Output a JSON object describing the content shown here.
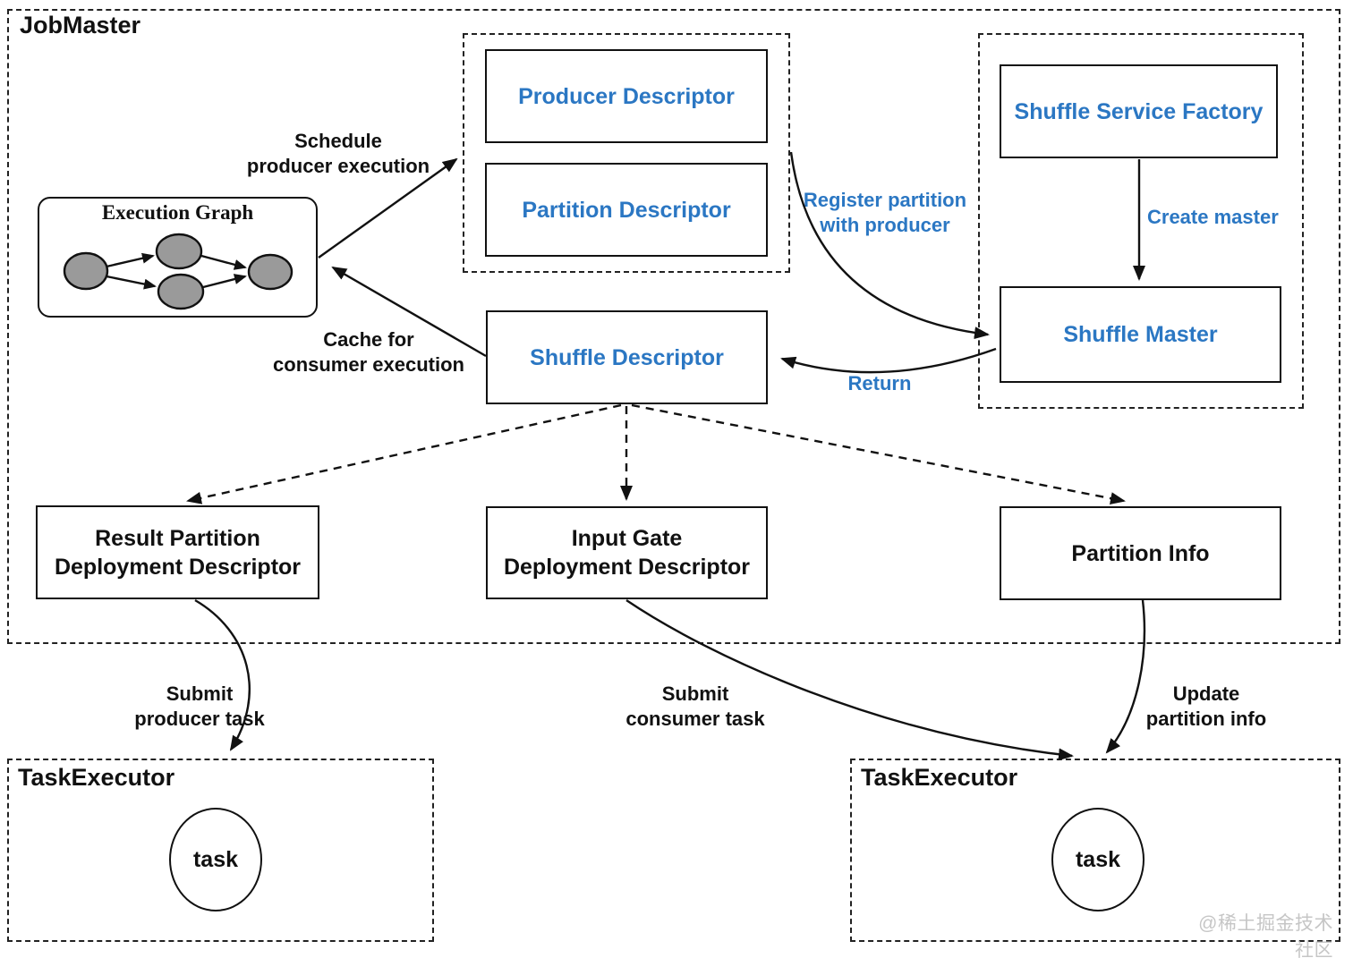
{
  "colors": {
    "accent_blue": "#2b77c3",
    "line_black": "#111111",
    "node_gray": "#9a9a9a",
    "watermark_gray": "#c6c6c6"
  },
  "jobmaster": {
    "label": "JobMaster"
  },
  "execution_graph": {
    "title": "Execution Graph"
  },
  "boxes": {
    "producer_descriptor": "Producer Descriptor",
    "partition_descriptor": "Partition Descriptor",
    "shuffle_service_factory": "Shuffle Service Factory",
    "shuffle_master": "Shuffle Master",
    "shuffle_descriptor": "Shuffle Descriptor",
    "result_partition_deployment_descriptor": "Result Partition\nDeployment Descriptor",
    "input_gate_deployment_descriptor": "Input Gate\nDeployment Descriptor",
    "partition_info": "Partition Info"
  },
  "annotations": {
    "schedule_producer_execution": "Schedule\nproducer execution",
    "cache_for_consumer_execution": "Cache for\nconsumer execution",
    "register_partition_with_producer": "Register partition\nwith producer",
    "create_master": "Create master",
    "return": "Return",
    "submit_producer_task": "Submit\nproducer task",
    "submit_consumer_task": "Submit\nconsumer task",
    "update_partition_info": "Update\npartition info"
  },
  "task_executor_left": {
    "label": "TaskExecutor",
    "task": "task"
  },
  "task_executor_right": {
    "label": "TaskExecutor",
    "task": "task"
  },
  "watermark": "@稀土掘金技术社区"
}
